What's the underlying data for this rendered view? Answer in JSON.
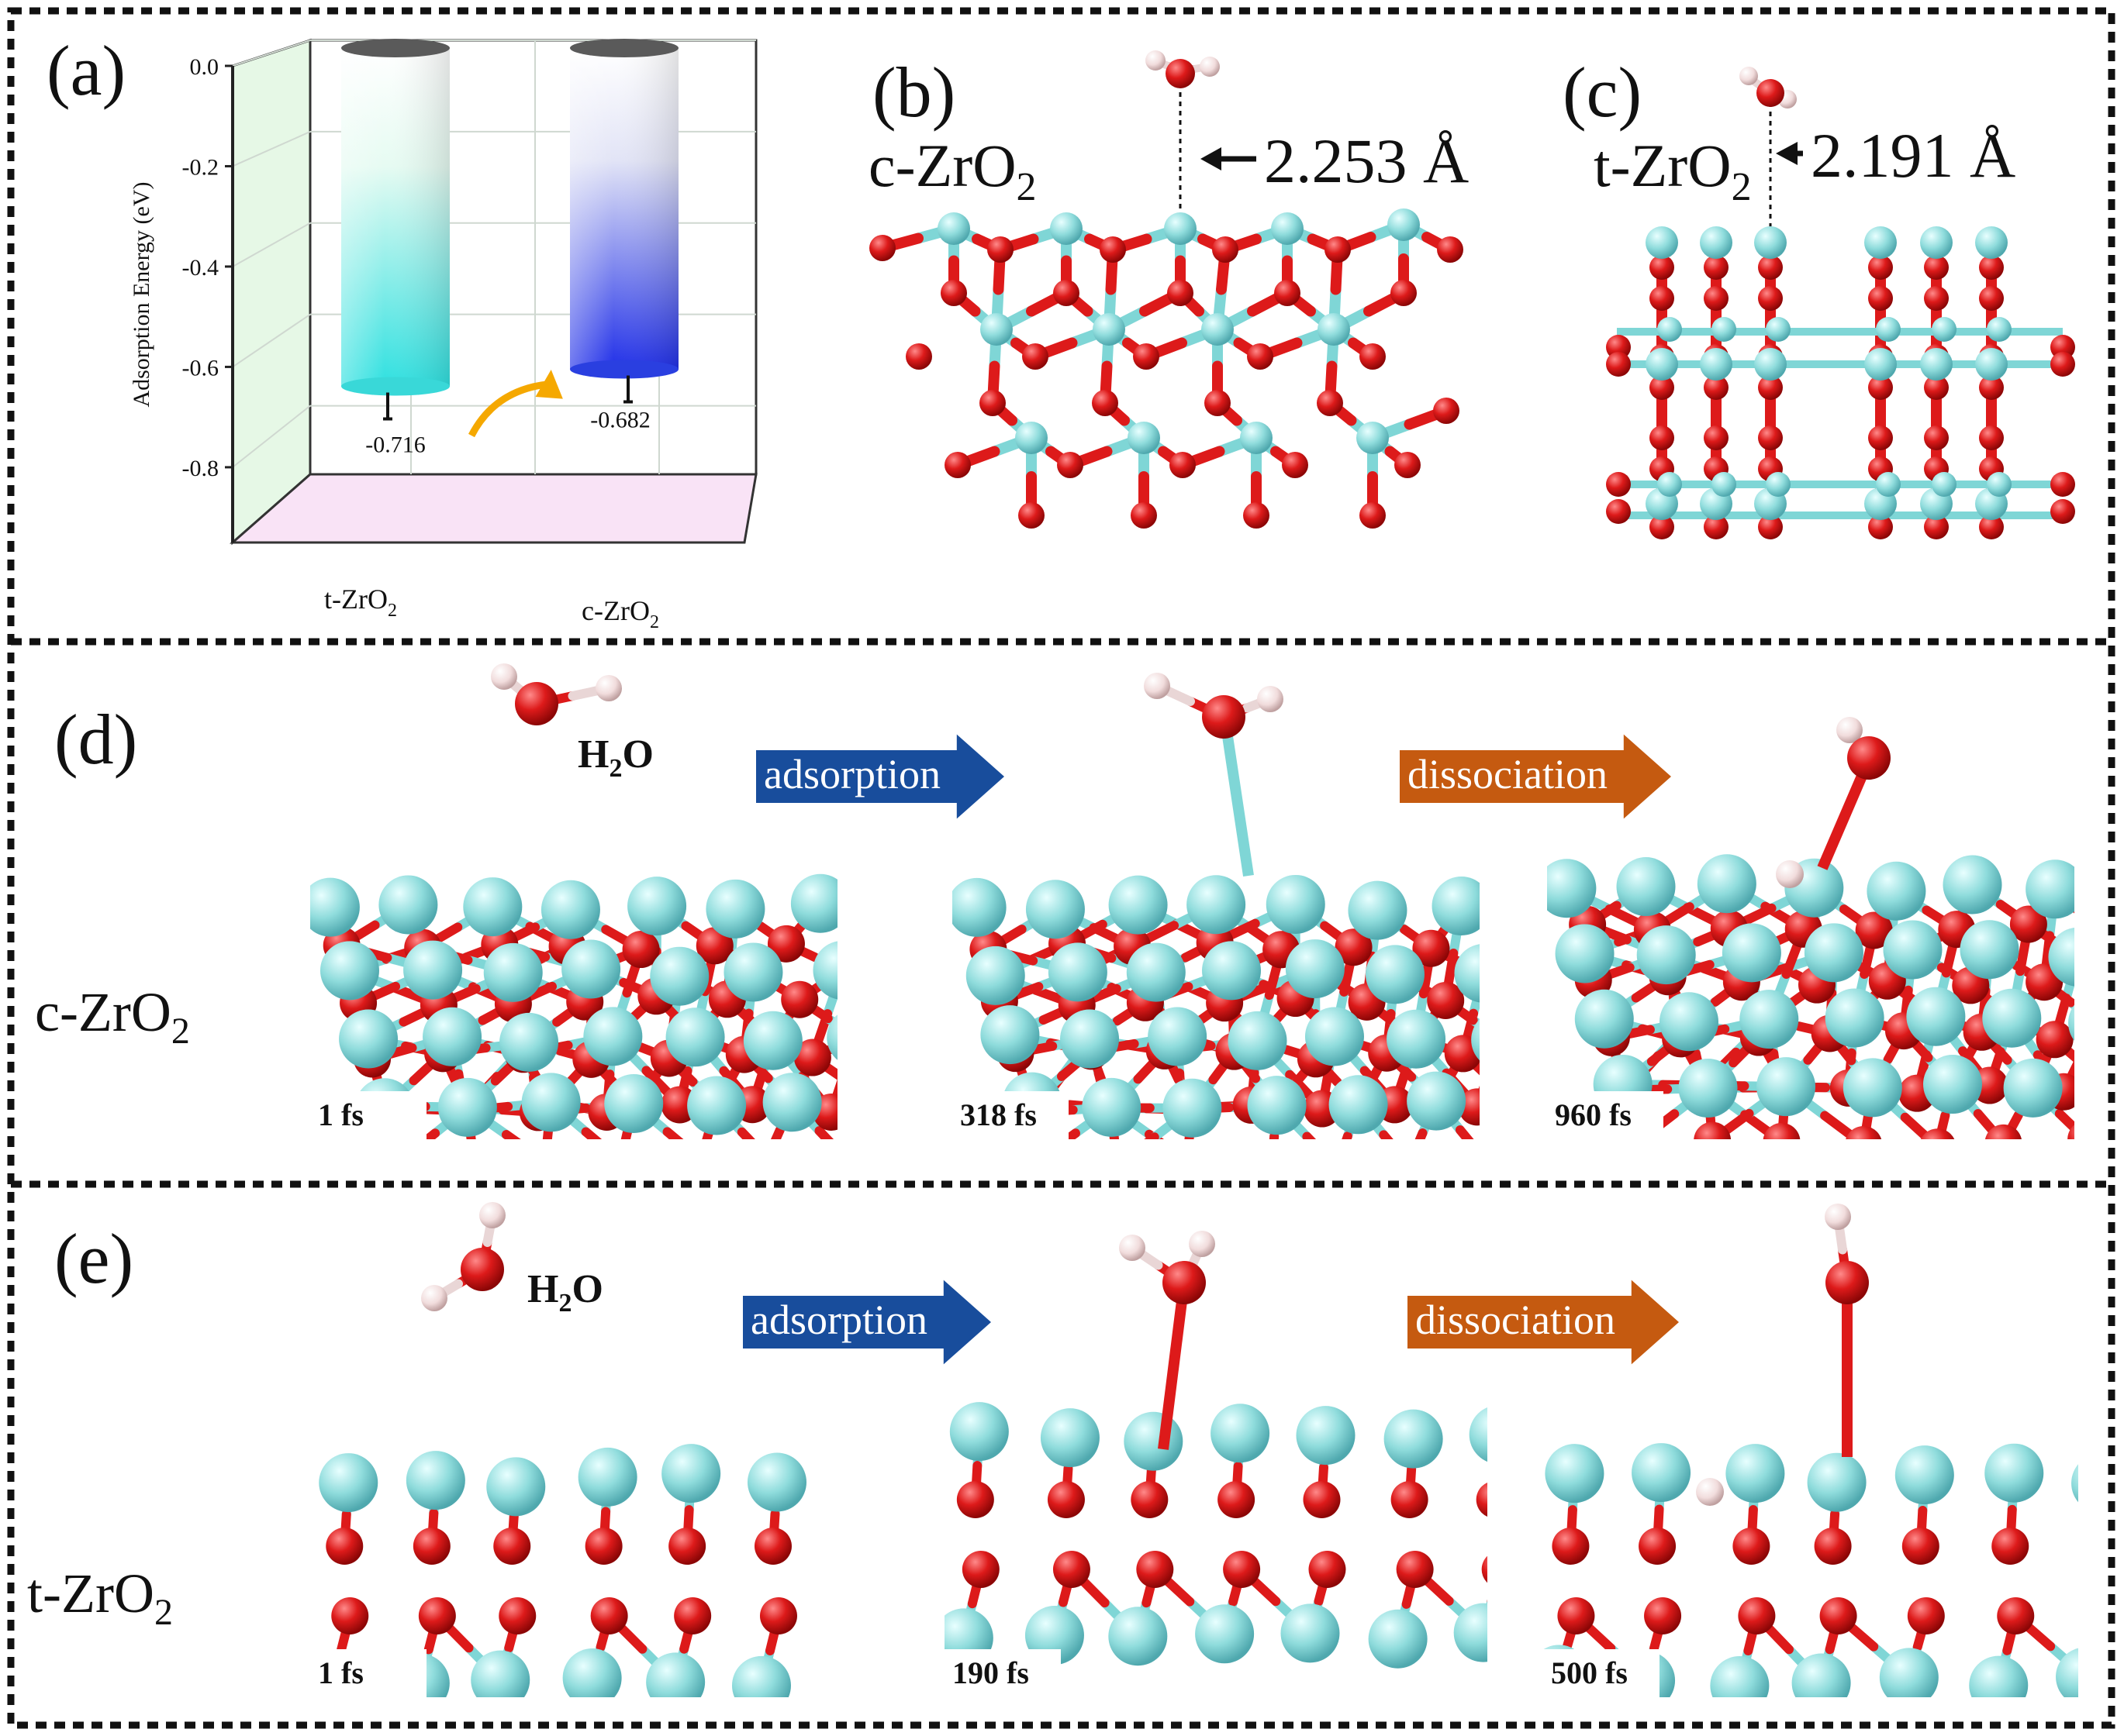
{
  "panels": {
    "a": "(a)",
    "b": "(b)",
    "c": "(c)",
    "d": "(d)",
    "e": "(e)"
  },
  "chart_data": {
    "type": "bar",
    "categories": [
      "t-ZrO2",
      "c-ZrO2"
    ],
    "values": [
      -0.716,
      -0.682
    ],
    "value_labels": [
      "-0.716",
      "-0.682"
    ],
    "ylabel": "Adsorption Energy (eV)",
    "ylim": [
      -0.95,
      0.0
    ],
    "yticks": [
      0.0,
      -0.2,
      -0.4,
      -0.6,
      -0.8
    ],
    "ytick_labels": [
      "0.0",
      "-0.2",
      "-0.4",
      "-0.6",
      "-0.8"
    ],
    "grid": true,
    "colors": [
      "#39d8d8",
      "#2a3fe0"
    ]
  },
  "structures": {
    "b": {
      "material_base": "c-ZrO",
      "material_sub": "2",
      "distance": "2.253 Å"
    },
    "c": {
      "material_base": "t-ZrO",
      "material_sub": "2",
      "distance": "2.191 Å"
    }
  },
  "rows": {
    "d": {
      "material_base": "c-ZrO",
      "material_sub": "2",
      "molecule_base": "H",
      "molecule_sub": "2",
      "molecule_tail": "O",
      "arrow1": "adsorption",
      "arrow2": "dissociation",
      "times": [
        "1 fs",
        "318 fs",
        "960 fs"
      ]
    },
    "e": {
      "material_base": "t-ZrO",
      "material_sub": "2",
      "molecule_base": "H",
      "molecule_sub": "2",
      "molecule_tail": "O",
      "arrow1": "adsorption",
      "arrow2": "dissociation",
      "times": [
        "1 fs",
        "190 fs",
        "500 fs"
      ]
    }
  },
  "colors": {
    "zr": "#8fdcdc",
    "o": "#dd1a1a",
    "h": "#f3dede",
    "adsorption_arrow": "#184d9c",
    "dissociation_arrow": "#c55a10"
  }
}
